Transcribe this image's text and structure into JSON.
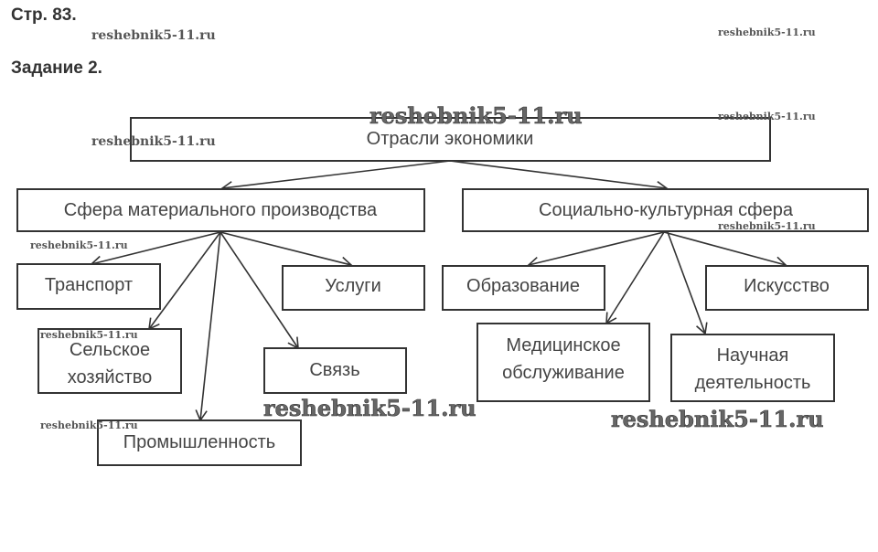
{
  "page": {
    "label": "Стр. 83.",
    "task": "Задание 2."
  },
  "watermark": "reshebnik5-11.ru",
  "diagram": {
    "root": "Отрасли экономики",
    "material": {
      "label": "Сфера материального производства",
      "children": [
        "Транспорт",
        "Услуги",
        "Сельское",
        "хозяйство",
        "Связь",
        "Промышленность"
      ]
    },
    "social": {
      "label": "Социально-культурная сфера",
      "children": [
        "Образование",
        "Искусство",
        "Медицинское",
        "обслуживание",
        "Научная",
        "деятельность"
      ]
    }
  }
}
